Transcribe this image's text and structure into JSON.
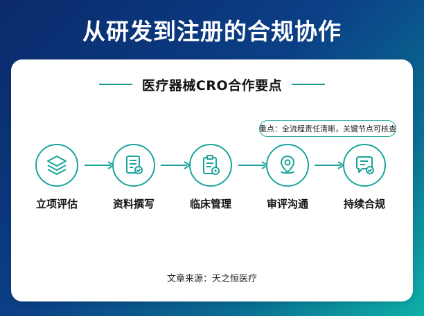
{
  "title": "从研发到注册的合规协作",
  "card": {
    "subtitle": "医疗器械CRO合作要点",
    "callout": "重点：全流程责任清晰，关键节点可核查",
    "steps": [
      {
        "label": "立项评估",
        "icon": "layers-icon"
      },
      {
        "label": "资料撰写",
        "icon": "document-check-icon"
      },
      {
        "label": "临床管理",
        "icon": "clipboard-icon"
      },
      {
        "label": "审评沟通",
        "icon": "location-pin-icon"
      },
      {
        "label": "持续合规",
        "icon": "chat-check-icon"
      }
    ],
    "source": "文章来源：天之恒医疗"
  },
  "colors": {
    "accent": "#1aa39a",
    "background_start": "#0b2a6b",
    "background_end": "#0fb1a7"
  }
}
